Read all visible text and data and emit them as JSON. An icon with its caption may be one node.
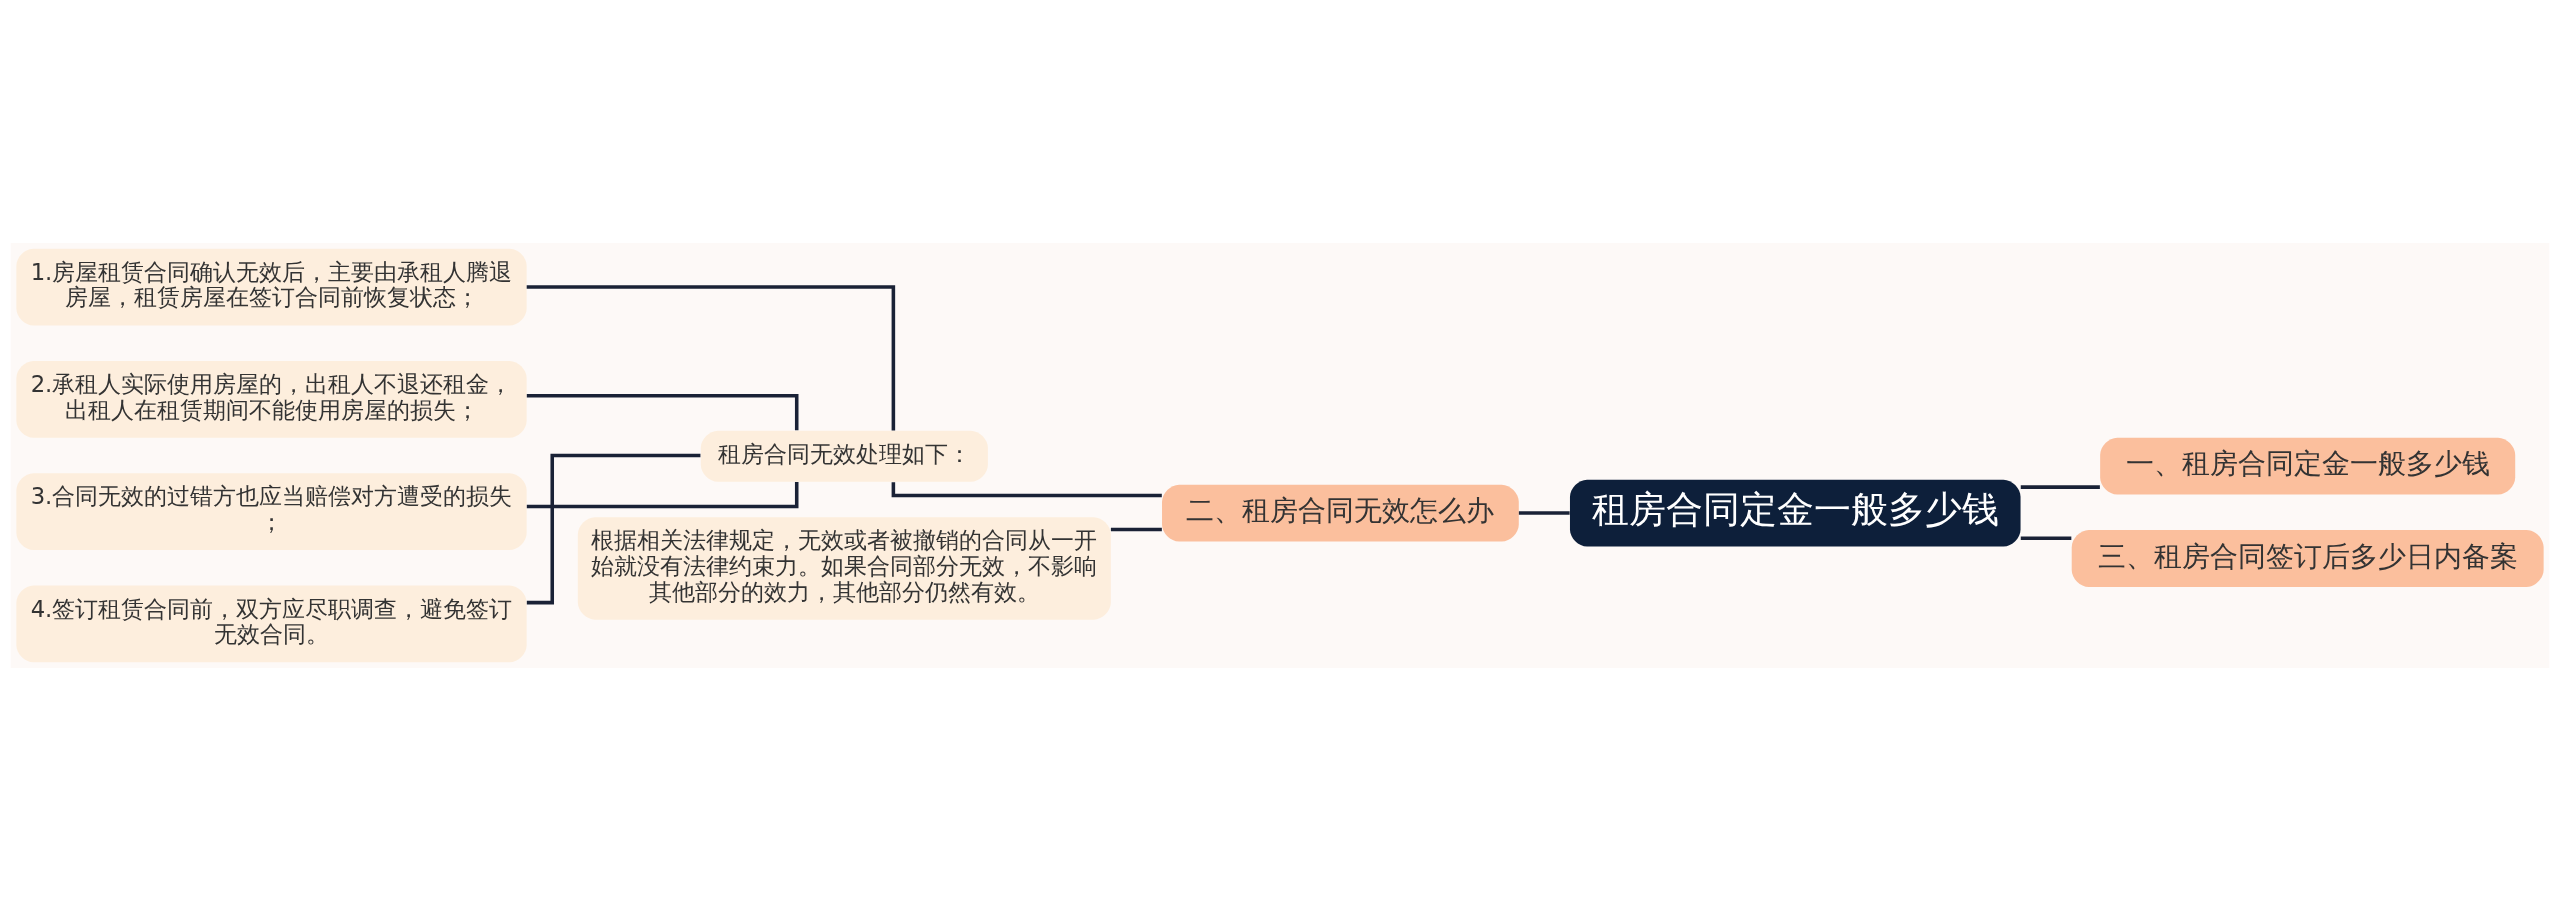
{
  "diagram": {
    "nodes": [
      {
        "text": [
          "租房合同定金一般多少钱"
        ]
      },
      {
        "text": [
          "一、租房合同定金一般多少钱"
        ]
      },
      {
        "text": [
          "三、租房合同签订后多少日内备案"
        ]
      },
      {
        "text": [
          "二、租房合同无效怎么办"
        ]
      },
      {
        "text": [
          "租房合同无效处理如下："
        ]
      },
      {
        "text": [
          "1.房屋租赁合同确认无效后，主要由承租人腾退房屋，租赁房屋在签订合同前恢复状态；"
        ]
      },
      {
        "text": [
          "2.承租人实际使用房屋的，出租人不退还租金，出租人在租赁期间不能使用房屋的损失；"
        ]
      },
      {
        "text": [
          "3.合同无效的过错方也应当赔偿对方遭受的损失；"
        ]
      },
      {
        "text": [
          "4.签订租赁合同前，双方应尽职调查，避免签订无效合同。"
        ]
      },
      {
        "text": [
          "根据相关法律规定，无效或者被撤销的合同从一开始就没有法律约束力。如果合同部分无效，不影响其他部分的效力，其他部分仍然有效。"
        ]
      }
    ],
    "edges": [
      {
        "from": 0,
        "to": 1,
        "arrow": "none"
      },
      {
        "from": 0,
        "to": 2,
        "arrow": "none"
      },
      {
        "from": 0,
        "to": 3,
        "arrow": "none"
      },
      {
        "from": 3,
        "to": 4,
        "arrow": "none"
      },
      {
        "from": 3,
        "to": 9,
        "arrow": "none"
      },
      {
        "from": 4,
        "to": 5,
        "arrow": "none"
      },
      {
        "from": 4,
        "to": 6,
        "arrow": "none"
      },
      {
        "from": 4,
        "to": 7,
        "arrow": "none"
      },
      {
        "from": 4,
        "to": 8,
        "arrow": "none"
      }
    ]
  }
}
